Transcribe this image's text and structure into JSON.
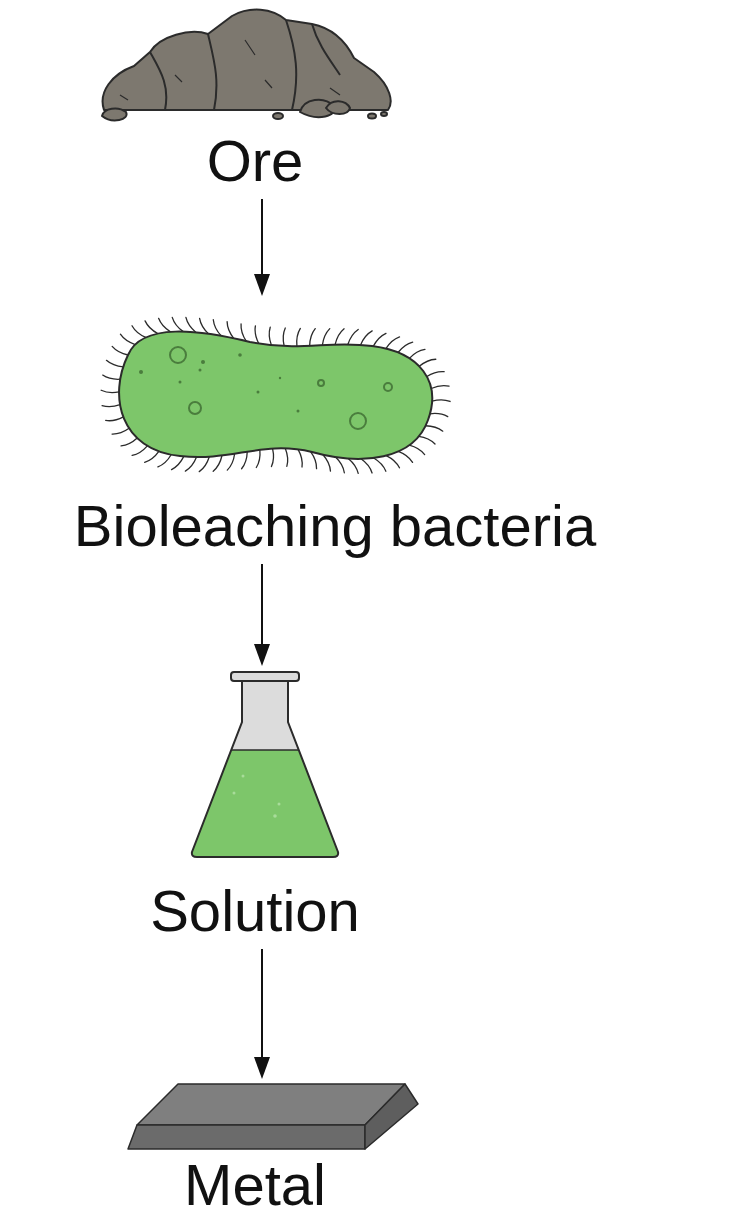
{
  "diagram": {
    "nodes": [
      {
        "text": [
          "Ore"
        ]
      },
      {
        "text": [
          "Bioleaching bacteria"
        ]
      },
      {
        "text": [
          "Solution"
        ]
      },
      {
        "text": [
          "Metal"
        ]
      }
    ],
    "edges": [
      {
        "from": 0,
        "to": 1,
        "arrow": "to"
      },
      {
        "from": 1,
        "to": 2,
        "arrow": "to"
      },
      {
        "from": 2,
        "to": 3,
        "arrow": "to"
      }
    ]
  }
}
